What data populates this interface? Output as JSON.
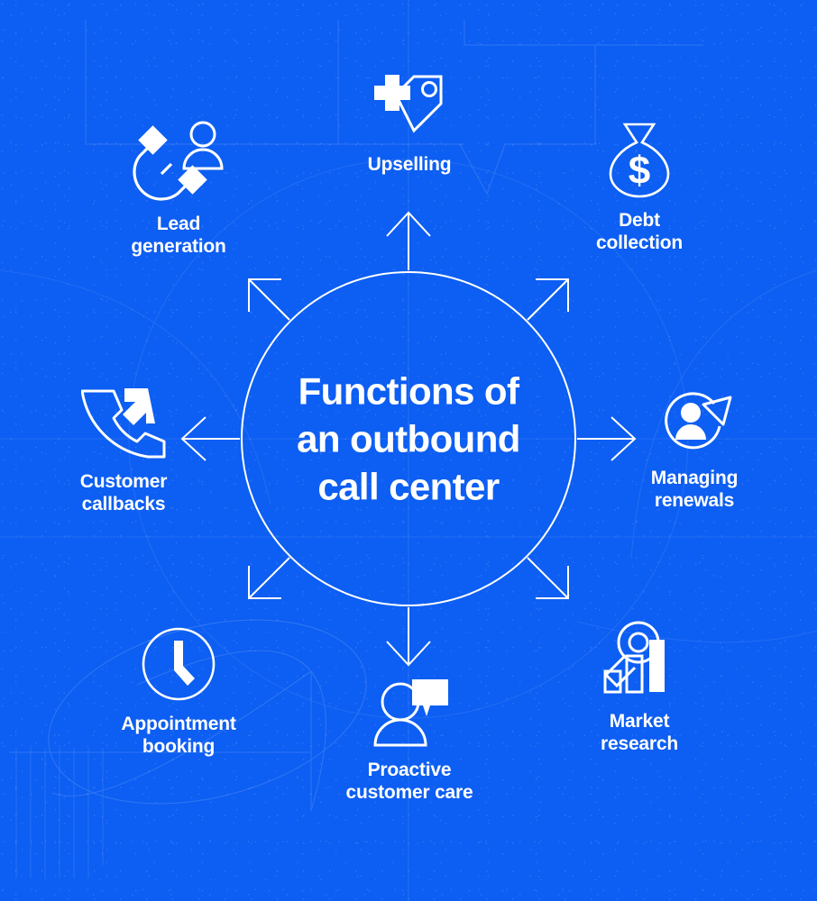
{
  "theme": {
    "background_color": "#0d5ef2",
    "foreground_color": "#ffffff",
    "accent_line_color": "#cfe0ff"
  },
  "center": {
    "title": "Functions of\nan outbound\ncall center"
  },
  "nodes": [
    {
      "key": "lead-generation",
      "label": "Lead\ngeneration",
      "icon": "magnet-person-icon",
      "position": "top-left"
    },
    {
      "key": "upselling",
      "label": "Upselling",
      "icon": "price-tag-plus-icon",
      "position": "top"
    },
    {
      "key": "debt-collection",
      "label": "Debt\ncollection",
      "icon": "money-bag-dollar-icon",
      "position": "top-right"
    },
    {
      "key": "managing-renewals",
      "label": "Managing\nrenewals",
      "icon": "refresh-person-icon",
      "position": "right"
    },
    {
      "key": "market-research",
      "label": "Market\nresearch",
      "icon": "magnifier-bar-chart-icon",
      "position": "bottom-right"
    },
    {
      "key": "proactive-customer-care",
      "label": "Proactive\ncustomer care",
      "icon": "person-speech-bubble-icon",
      "position": "bottom"
    },
    {
      "key": "appointment-booking",
      "label": "Appointment\nbooking",
      "icon": "clock-icon",
      "position": "bottom-left"
    },
    {
      "key": "customer-callbacks",
      "label": "Customer\ncallbacks",
      "icon": "phone-incoming-arrow-icon",
      "position": "left"
    }
  ]
}
